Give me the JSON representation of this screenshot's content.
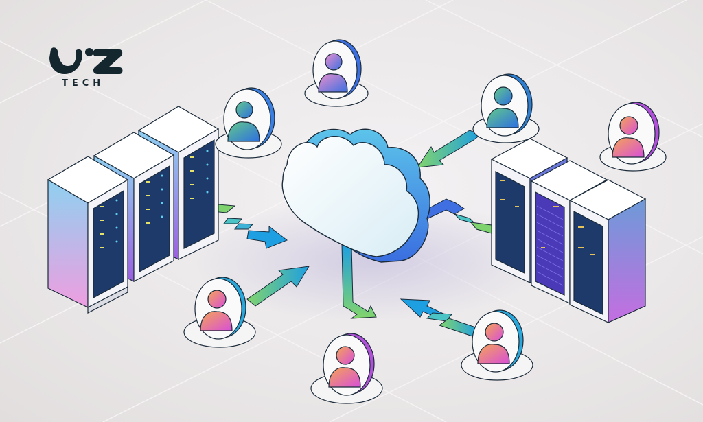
{
  "brand": {
    "logo_mark": "UiZ",
    "logo_subtitle": "TECH",
    "logo_color": "#14262e"
  },
  "scene": {
    "description": "Isometric cloud computing illustration: central cloud connected to two server-rack clusters and seven user nodes via gradient arrows",
    "background": "#ebe8e9",
    "cloud": {
      "label": "cloud-icon",
      "face": "#f4f7f9",
      "side": "#2f9fe0"
    },
    "server_clusters": [
      {
        "id": "left",
        "racks": 3,
        "side_gradient": [
          "#86c9ee",
          "#e99be0"
        ],
        "panel": "#1d3a6b"
      },
      {
        "id": "right",
        "racks": 3,
        "side_gradient": [
          "#6b8ad8",
          "#c46ee0"
        ],
        "panel": "#1d3a6b"
      }
    ],
    "users": [
      {
        "id": "user-top-left",
        "gradient": [
          "#5ec98a",
          "#2e6fe0"
        ],
        "rim": "#2e6fe0"
      },
      {
        "id": "user-top-center",
        "gradient": [
          "#e98bd0",
          "#3c6fe0"
        ],
        "rim": "#3c6fe0"
      },
      {
        "id": "user-top-right",
        "gradient": [
          "#4fc2a8",
          "#2e6fe0"
        ],
        "rim": "#2e7fd0"
      },
      {
        "id": "user-far-right",
        "gradient": [
          "#f3a058",
          "#d94fd8"
        ],
        "rim": "#b24fd8"
      },
      {
        "id": "user-bottom-left",
        "gradient": [
          "#f3a058",
          "#d94fd8"
        ],
        "rim": "#2aa7d8"
      },
      {
        "id": "user-bottom-center",
        "gradient": [
          "#f3a058",
          "#d94fd8"
        ],
        "rim": "#b24fd8"
      },
      {
        "id": "user-bottom-right",
        "gradient": [
          "#f3a058",
          "#d94fd8"
        ],
        "rim": "#2aa7d8"
      }
    ],
    "arrow_gradient": [
      "#7fd36f",
      "#1f9fe0"
    ]
  }
}
